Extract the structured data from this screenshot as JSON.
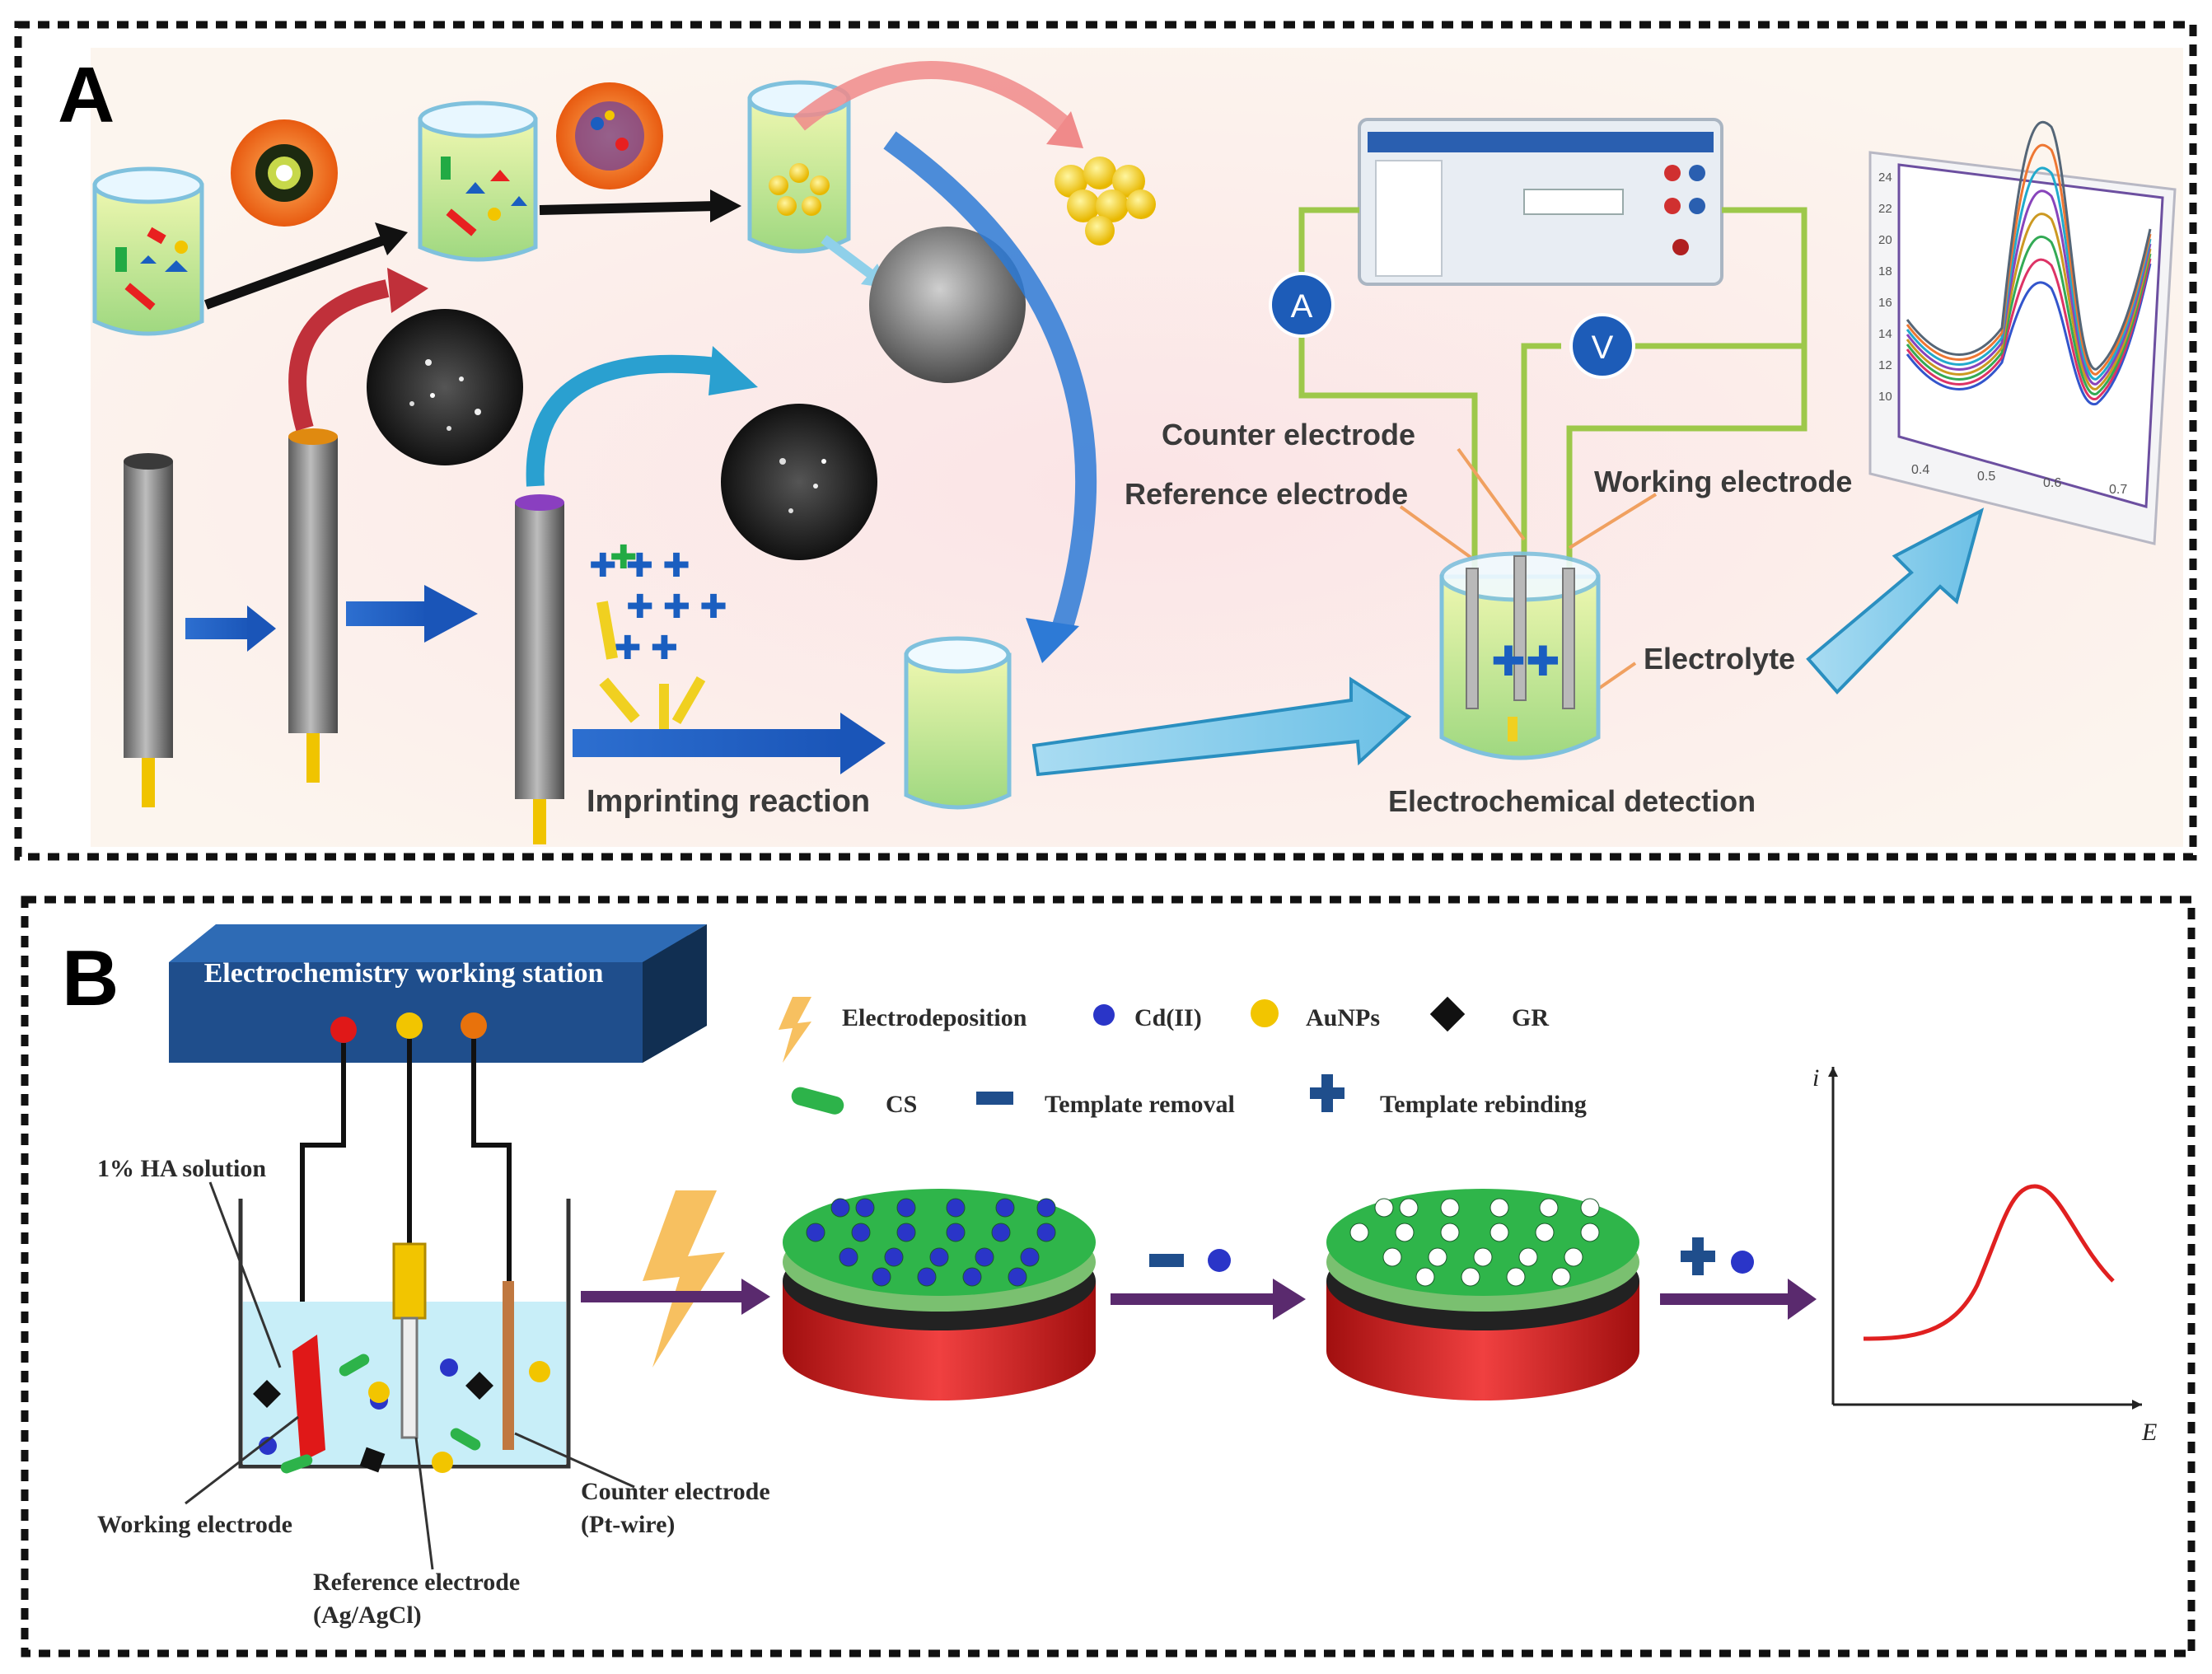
{
  "panel_a": {
    "letter": "A",
    "meters": {
      "ammeter": "A",
      "voltmeter": "V"
    },
    "labels": {
      "counter_electrode": "Counter electrode",
      "reference_electrode": "Reference electrode",
      "working_electrode": "Working electrode",
      "electrolyte": "Electrolyte",
      "imprinting_reaction": "Imprinting reaction",
      "electrochemical_detection": "Electrochemical detection"
    },
    "inset_plot": {
      "x_ticks": [
        "0.4",
        "0.5",
        "0.6",
        "0.7"
      ],
      "y_ticks": [
        "24",
        "22",
        "20",
        "18",
        "16",
        "14",
        "12",
        "10"
      ],
      "curve_colors": [
        "#3355cc",
        "#dd3366",
        "#33aa55",
        "#cc9922",
        "#8844bb",
        "#22aacc",
        "#ee7733",
        "#556677"
      ]
    }
  },
  "panel_b": {
    "letter": "B",
    "station_title": "Electrochemistry working station",
    "legend": {
      "electrodeposition": "Electrodeposition",
      "cd": "Cd(II)",
      "aunps": "AuNPs",
      "gr": "GR",
      "cs": "CS",
      "template_removal": "Template removal",
      "template_rebinding": "Template rebinding"
    },
    "labels": {
      "ha_solution": "1% HA solution",
      "working_electrode": "Working electrode",
      "reference_electrode_1": "Reference electrode",
      "reference_electrode_2": "(Ag/AgCl)",
      "counter_electrode_1": "Counter electrode",
      "counter_electrode_2": "(Pt-wire)"
    },
    "axes": {
      "y": "i",
      "x": "E"
    },
    "colors": {
      "station": "#1f4e8c",
      "cd": "#2a35c8",
      "aunps": "#f2c500",
      "cs": "#2db34a",
      "electrode_body": "#d81e1e",
      "arrow": "#5a2a6e",
      "curve": "#e02020"
    }
  }
}
